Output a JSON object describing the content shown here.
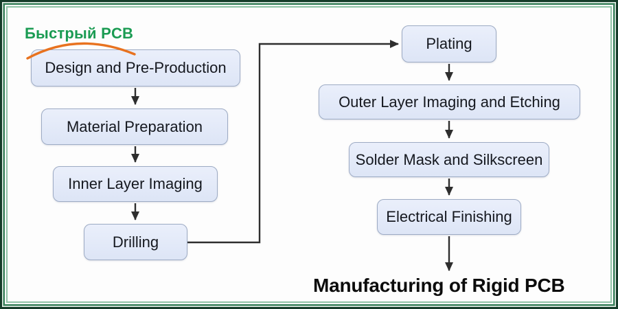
{
  "logo": {
    "text": "Быстрый PCB",
    "color": "#1a9b52",
    "swoosh_color": "#e8721f"
  },
  "diagram": {
    "left_column": [
      "Design and Pre-Production",
      "Material Preparation",
      "Inner Layer Imaging",
      "Drilling"
    ],
    "right_column": [
      "Plating",
      "Outer Layer Imaging and Etching",
      "Solder Mask and Silkscreen",
      "Electrical Finishing"
    ],
    "edges": [
      {
        "from": "Design and Pre-Production",
        "to": "Material Preparation"
      },
      {
        "from": "Material Preparation",
        "to": "Inner Layer Imaging"
      },
      {
        "from": "Inner Layer Imaging",
        "to": "Drilling"
      },
      {
        "from": "Drilling",
        "to": "Plating"
      },
      {
        "from": "Plating",
        "to": "Outer Layer Imaging and Etching"
      },
      {
        "from": "Outer Layer Imaging and Etching",
        "to": "Solder Mask and Silkscreen"
      },
      {
        "from": "Solder Mask and Silkscreen",
        "to": "Electrical Finishing"
      },
      {
        "from": "Electrical Finishing",
        "to": "Manufacturing of Rigid PCB"
      }
    ],
    "box_fill": "#e3e9f8",
    "box_border": "#9dabc4",
    "arrow_color": "#2e2e2e"
  },
  "caption": {
    "text": "Manufacturing of Rigid PCB"
  },
  "frame_colors": {
    "outer": "#143c29",
    "mid": "#37805a",
    "inner": "#8fc3a6"
  }
}
